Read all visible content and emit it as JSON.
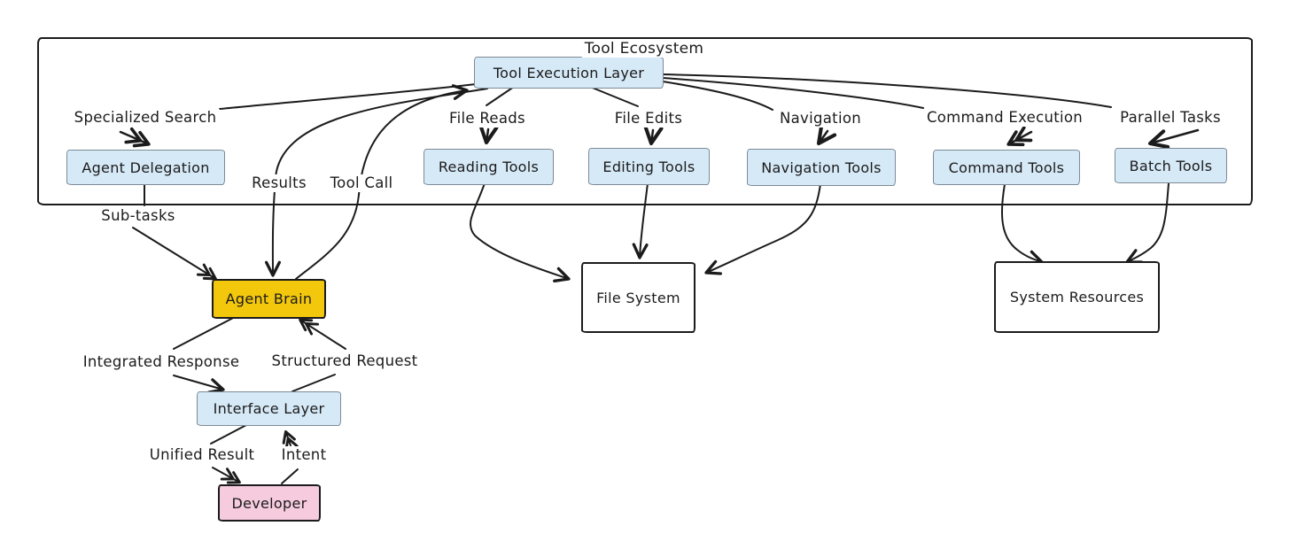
{
  "title": "Tool Ecosystem",
  "colors": {
    "stroke": "#1b1b1b",
    "blue_fill": "#d6e9f7",
    "blue_border": "#7d8a96",
    "yellow_fill": "#f3c70c",
    "pink_fill": "#f5cbdd",
    "white_fill": "#ffffff"
  },
  "nodes": {
    "tool_execution_layer": "Tool Execution Layer",
    "agent_delegation": "Agent Delegation",
    "reading_tools": "Reading Tools",
    "editing_tools": "Editing Tools",
    "navigation_tools": "Navigation Tools",
    "command_tools": "Command Tools",
    "batch_tools": "Batch Tools",
    "agent_brain": "Agent Brain",
    "file_system": "File System",
    "system_resources": "System Resources",
    "interface_layer": "Interface Layer",
    "developer": "Developer"
  },
  "edge_labels": {
    "specialized_search": "Specialized Search",
    "file_reads": "File Reads",
    "file_edits": "File Edits",
    "navigation": "Navigation",
    "command_execution": "Command Execution",
    "parallel_tasks": "Parallel Tasks",
    "results": "Results",
    "tool_call": "Tool Call",
    "sub_tasks": "Sub-tasks",
    "integrated_response": "Integrated Response",
    "structured_request": "Structured Request",
    "unified_result": "Unified Result",
    "intent": "Intent"
  }
}
